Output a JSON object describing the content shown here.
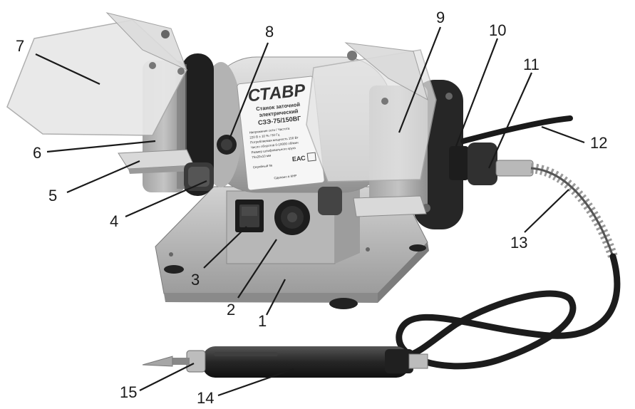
{
  "brand": "СТАВР",
  "product_label": {
    "line1": "Станок заточной",
    "line2": "электрический",
    "model": "СЗЭ-75/150ВГ",
    "spec1": "Напряжение сети / Частота",
    "spec1v": "220 В ± 10 % / 50 Гц",
    "spec2": "Потребляемая мощность 150 Вт",
    "spec3": "Число оборотов 0-10000 об/мин",
    "spec4": "Размер шлифовального круга",
    "spec4v": "75x20x10 мм",
    "serial": "Серийный №",
    "made": "Сделано в КНР",
    "cert": "ЕАС"
  },
  "callouts": [
    {
      "id": "1",
      "label": "1"
    },
    {
      "id": "2",
      "label": "2"
    },
    {
      "id": "3",
      "label": "3"
    },
    {
      "id": "4",
      "label": "4"
    },
    {
      "id": "5",
      "label": "5"
    },
    {
      "id": "6",
      "label": "6"
    },
    {
      "id": "7",
      "label": "7"
    },
    {
      "id": "8",
      "label": "8"
    },
    {
      "id": "9",
      "label": "9"
    },
    {
      "id": "10",
      "label": "10"
    },
    {
      "id": "11",
      "label": "11"
    },
    {
      "id": "12",
      "label": "12"
    },
    {
      "id": "13",
      "label": "13"
    },
    {
      "id": "14",
      "label": "14"
    },
    {
      "id": "15",
      "label": "15"
    }
  ]
}
